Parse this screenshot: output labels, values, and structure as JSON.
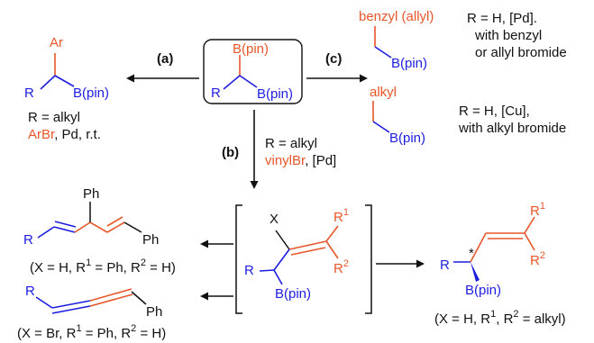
{
  "center": {
    "bpin_top": "B(pin)",
    "r": "R",
    "bpin_right": "B(pin)"
  },
  "path_a": {
    "label": "(a)",
    "product": {
      "ar": "Ar",
      "r": "R",
      "bpin": "B(pin)"
    },
    "conditions": {
      "line1": "R = alkyl",
      "line2_orange": "ArBr",
      "line2_rest": ", Pd, r.t."
    }
  },
  "path_c": {
    "label": "(c)",
    "product1": {
      "substituent": "benzyl (allyl)",
      "bpin": "B(pin)"
    },
    "conditions1": {
      "line1": "R = H, [Pd].",
      "line2": "with benzyl",
      "line3": "or allyl bromide"
    },
    "product2": {
      "substituent": "alkyl",
      "bpin": "B(pin)"
    },
    "conditions2": {
      "line1": "R = H, [Cu],",
      "line2": "with alkyl bromide"
    }
  },
  "path_b": {
    "label": "(b)",
    "conditions": {
      "line1": "R = alkyl",
      "line2_orange": "vinylBr",
      "line2_rest": ", [Pd]"
    }
  },
  "intermediate": {
    "x": "X",
    "r1": "R",
    "r1_sup": "1",
    "r2": "R",
    "r2_sup": "2",
    "r": "R",
    "bpin": "B(pin)"
  },
  "diene": {
    "ph_top": "Ph",
    "r": "R",
    "ph_right": "Ph",
    "caption": {
      "a": "(X = H, R",
      "sup1": "1",
      "b": " = Ph, R",
      "sup2": "2",
      "c": " = H)"
    }
  },
  "allene": {
    "r": "R",
    "ph": "Ph",
    "caption": {
      "a": "(X = Br, R",
      "sup1": "1",
      "b": " = Ph, R",
      "sup2": "2",
      "c": " = H)"
    }
  },
  "chiral_product": {
    "r": "R",
    "star": "*",
    "bpin": "B(pin)",
    "r1": "R",
    "r1_sup": "1",
    "r2": "R",
    "r2_sup": "2",
    "caption": {
      "a": "(X = H, R",
      "sup1": "1",
      "b": ", R",
      "sup2": "2",
      "c": " = alkyl)"
    }
  }
}
